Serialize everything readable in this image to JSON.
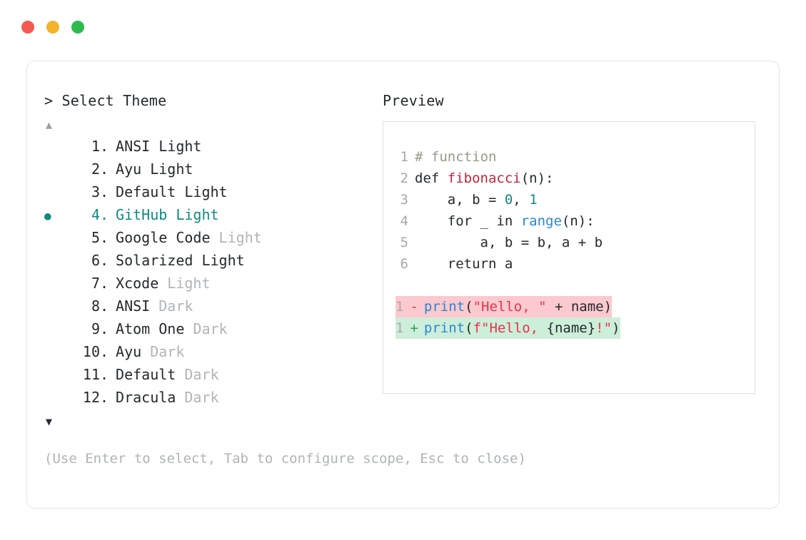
{
  "window": {
    "traffic_lights": [
      {
        "name": "close-button",
        "color": "#f45a52"
      },
      {
        "name": "minimize-button",
        "color": "#f5b32b"
      },
      {
        "name": "maximize-button",
        "color": "#2ebb4e"
      }
    ]
  },
  "colors": {
    "accent_teal": "#0f8a80",
    "text": "#24292f",
    "muted": "#b0b4b8",
    "gutter": "#a8a8a8",
    "border": "#e6e6e6",
    "code_border": "#e0e0e0",
    "diff_minus_bg": "#fbc9ce",
    "diff_plus_bg": "#cdeed9"
  },
  "left": {
    "header": "> Select Theme",
    "scroll_up": "▲",
    "scroll_down": "▼",
    "selected_index": 4,
    "bullet_glyph": "●",
    "items": [
      {
        "num": "1",
        "sep": ".",
        "name": "ANSI",
        "variant": "Light",
        "variant_muted": false,
        "selected": false
      },
      {
        "num": "2",
        "sep": ".",
        "name": "Ayu",
        "variant": "Light",
        "variant_muted": false,
        "selected": false
      },
      {
        "num": "3",
        "sep": ".",
        "name": "Default",
        "variant": "Light",
        "variant_muted": false,
        "selected": false
      },
      {
        "num": "4",
        "sep": ".",
        "name": "GitHub",
        "variant": "Light",
        "variant_muted": false,
        "selected": true
      },
      {
        "num": "5",
        "sep": ".",
        "name": "Google Code",
        "variant": "Light",
        "variant_muted": true,
        "selected": false
      },
      {
        "num": "6",
        "sep": ".",
        "name": "Solarized",
        "variant": "Light",
        "variant_muted": false,
        "selected": false
      },
      {
        "num": "7",
        "sep": ".",
        "name": "Xcode",
        "variant": "Light",
        "variant_muted": true,
        "selected": false
      },
      {
        "num": "8",
        "sep": ".",
        "name": "ANSI",
        "variant": "Dark",
        "variant_muted": true,
        "selected": false
      },
      {
        "num": "9",
        "sep": ".",
        "name": "Atom One",
        "variant": "Dark",
        "variant_muted": true,
        "selected": false
      },
      {
        "num": "10",
        "sep": ".",
        "name": "Ayu",
        "variant": "Dark",
        "variant_muted": true,
        "selected": false
      },
      {
        "num": "11",
        "sep": ".",
        "name": "Default",
        "variant": "Dark",
        "variant_muted": true,
        "selected": false
      },
      {
        "num": "12",
        "sep": ".",
        "name": "Dracula",
        "variant": "Dark",
        "variant_muted": true,
        "selected": false
      }
    ]
  },
  "right": {
    "header": "Preview",
    "code_lines": [
      {
        "gutter": "1",
        "tokens": [
          {
            "t": "# function",
            "c": "comment"
          }
        ]
      },
      {
        "gutter": "2",
        "tokens": [
          {
            "t": "def ",
            "c": "keyword"
          },
          {
            "t": "fibonacci",
            "c": "func"
          },
          {
            "t": "(n):",
            "c": "punct"
          }
        ]
      },
      {
        "gutter": "3",
        "tokens": [
          {
            "t": "    a, b = ",
            "c": "plain"
          },
          {
            "t": "0",
            "c": "number"
          },
          {
            "t": ", ",
            "c": "plain"
          },
          {
            "t": "1",
            "c": "number"
          }
        ]
      },
      {
        "gutter": "4",
        "tokens": [
          {
            "t": "    for _ in ",
            "c": "plain"
          },
          {
            "t": "range",
            "c": "builtin"
          },
          {
            "t": "(n):",
            "c": "punct"
          }
        ]
      },
      {
        "gutter": "5",
        "tokens": [
          {
            "t": "        a, b = b, a + b",
            "c": "plain"
          }
        ]
      },
      {
        "gutter": "6",
        "tokens": [
          {
            "t": "    return a",
            "c": "plain"
          }
        ]
      }
    ],
    "diff_lines": [
      {
        "gutter": "1",
        "marker": "-",
        "kind": "minus",
        "tokens": [
          {
            "t": "print",
            "c": "builtin"
          },
          {
            "t": "(",
            "c": "punct"
          },
          {
            "t": "\"Hello, \"",
            "c": "string"
          },
          {
            "t": " + name",
            "c": "plain"
          },
          {
            "t": ")",
            "c": "punct"
          }
        ]
      },
      {
        "gutter": "1",
        "marker": "+",
        "kind": "plus",
        "tokens": [
          {
            "t": "print",
            "c": "builtin"
          },
          {
            "t": "(",
            "c": "punct"
          },
          {
            "t": "f\"Hello, ",
            "c": "string"
          },
          {
            "t": "{name}",
            "c": "plain"
          },
          {
            "t": "!\"",
            "c": "string"
          },
          {
            "t": ")",
            "c": "punct"
          }
        ]
      }
    ]
  },
  "footer": {
    "hint": "(Use Enter to select, Tab to configure scope, Esc to close)"
  }
}
